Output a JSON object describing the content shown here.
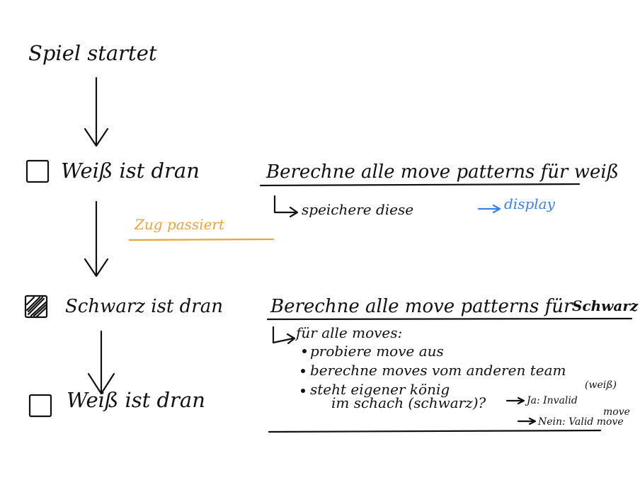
{
  "colors": {
    "ink": "#111111",
    "orange": "#e8a33c",
    "blue": "#3b82e6"
  },
  "flow": {
    "start": "Spiel startet",
    "white_turn_1": "Weiß ist dran",
    "transition": "Zug passiert",
    "black_turn": "Schwarz ist dran",
    "white_turn_2": "Weiß ist dran"
  },
  "white_notes": {
    "heading": "Berechne alle move patterns für weiß",
    "save": "speichere diese",
    "display": "display"
  },
  "black_notes": {
    "heading_prefix": "Berechne alle move patterns für",
    "heading_color": "Schwarz",
    "for_all": "für alle moves:",
    "step_1": "probiere move aus",
    "step_2": "berechne moves vom anderen team",
    "step_2_note": "(weiß)",
    "step_3_line1": "steht eigener könig",
    "step_3_line2": "im schach (schwarz)?",
    "yes_answer": "Ja: Invalid",
    "yes_answer_cont": "move",
    "no_answer": "Nein: Valid move"
  }
}
